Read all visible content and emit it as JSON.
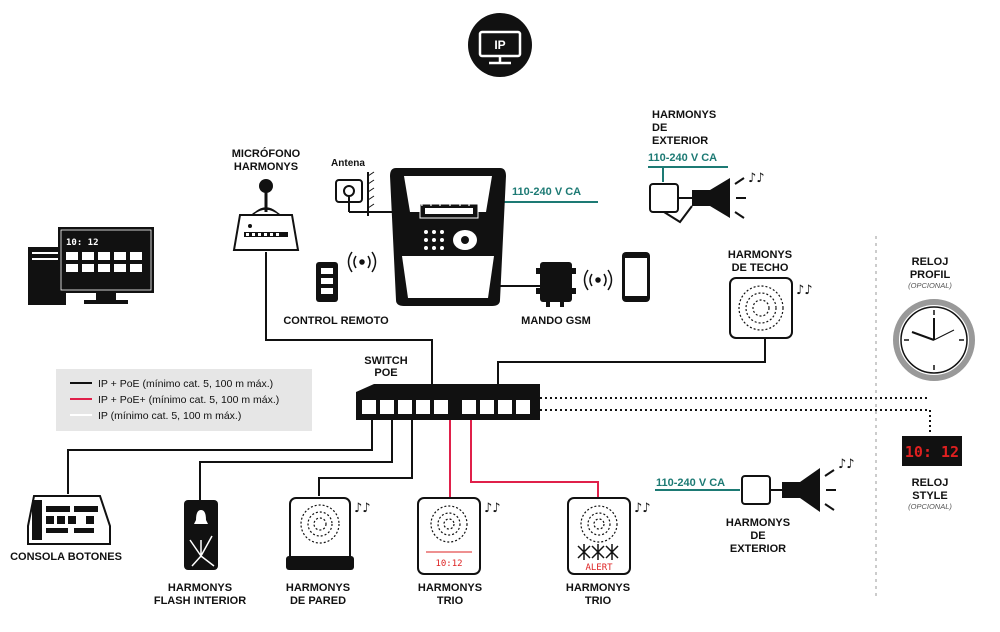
{
  "network_icon": {
    "label": "IP"
  },
  "labels": {
    "microphone": [
      "MICRÓFONO",
      "HARMONYS"
    ],
    "antenna": "Antena",
    "remote_control": "CONTROL REMOTO",
    "gsm": "MANDO GSM",
    "exterior_top": [
      "HARMONYS",
      "DE",
      "EXTERIOR"
    ],
    "ceiling": [
      "HARMONYS",
      "DE TECHO"
    ],
    "switch": [
      "SWITCH",
      "POE"
    ],
    "clock_profil": [
      "RELOJ",
      "PROFIL"
    ],
    "clock_style": [
      "RELOJ",
      "STYLE"
    ],
    "optional": "(OPCIONAL)",
    "console": "CONSOLA BOTONES",
    "flash": [
      "HARMONYS",
      "FLASH INTERIOR"
    ],
    "wall": [
      "HARMONYS",
      "DE PARED"
    ],
    "trio_1": [
      "HARMONYS",
      "TRIO"
    ],
    "trio_2": [
      "HARMONYS",
      "TRIO"
    ],
    "exterior_bottom": [
      "HARMONYS",
      "DE",
      "EXTERIOR"
    ]
  },
  "voltage": {
    "main_unit": "110-240 V CA",
    "exterior_top": "110-240 V CA",
    "exterior_bottom": "110-240 V CA"
  },
  "legend": [
    {
      "label": "IP + PoE (mínimo cat. 5, 100 m máx.)",
      "color": "#111111"
    },
    {
      "label": "IP + PoE+ (mínimo cat. 5, 100 m máx.)",
      "color": "#e0204a"
    },
    {
      "label": "IP (mínimo cat. 5, 100 m máx.)",
      "color": "#ffffff"
    }
  ],
  "displays": {
    "pc_screen": "10: 12",
    "trio_1": "10:12",
    "trio_2": "ALERT",
    "clock_style": "10: 12"
  },
  "colors": {
    "accent": "#1d7a74",
    "poe_plus": "#e0204a",
    "text": "#111111"
  }
}
